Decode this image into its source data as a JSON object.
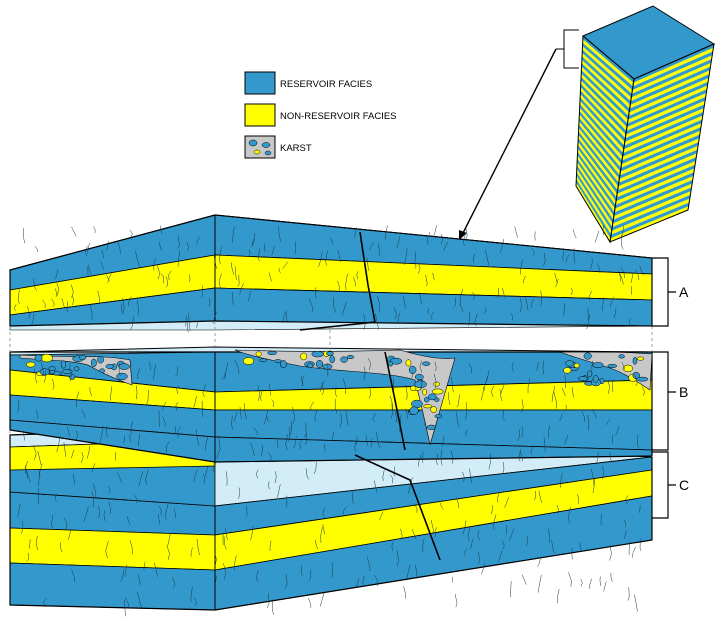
{
  "legend": {
    "reservoir": {
      "label": "RESERVOIR FACIES",
      "color": "#3399cc"
    },
    "non_reservoir": {
      "label": "NON-RESERVOIR FACIES",
      "color": "#ffff00"
    },
    "karst": {
      "label": "KARST",
      "color": "#c8c8c8"
    }
  },
  "colors": {
    "reservoir_side": "#2a8bbd",
    "top_surface_pale": "#d2ecf8",
    "outline": "#000000"
  },
  "blocks": [
    {
      "label": "A"
    },
    {
      "label": "B"
    },
    {
      "label": "C"
    }
  ]
}
